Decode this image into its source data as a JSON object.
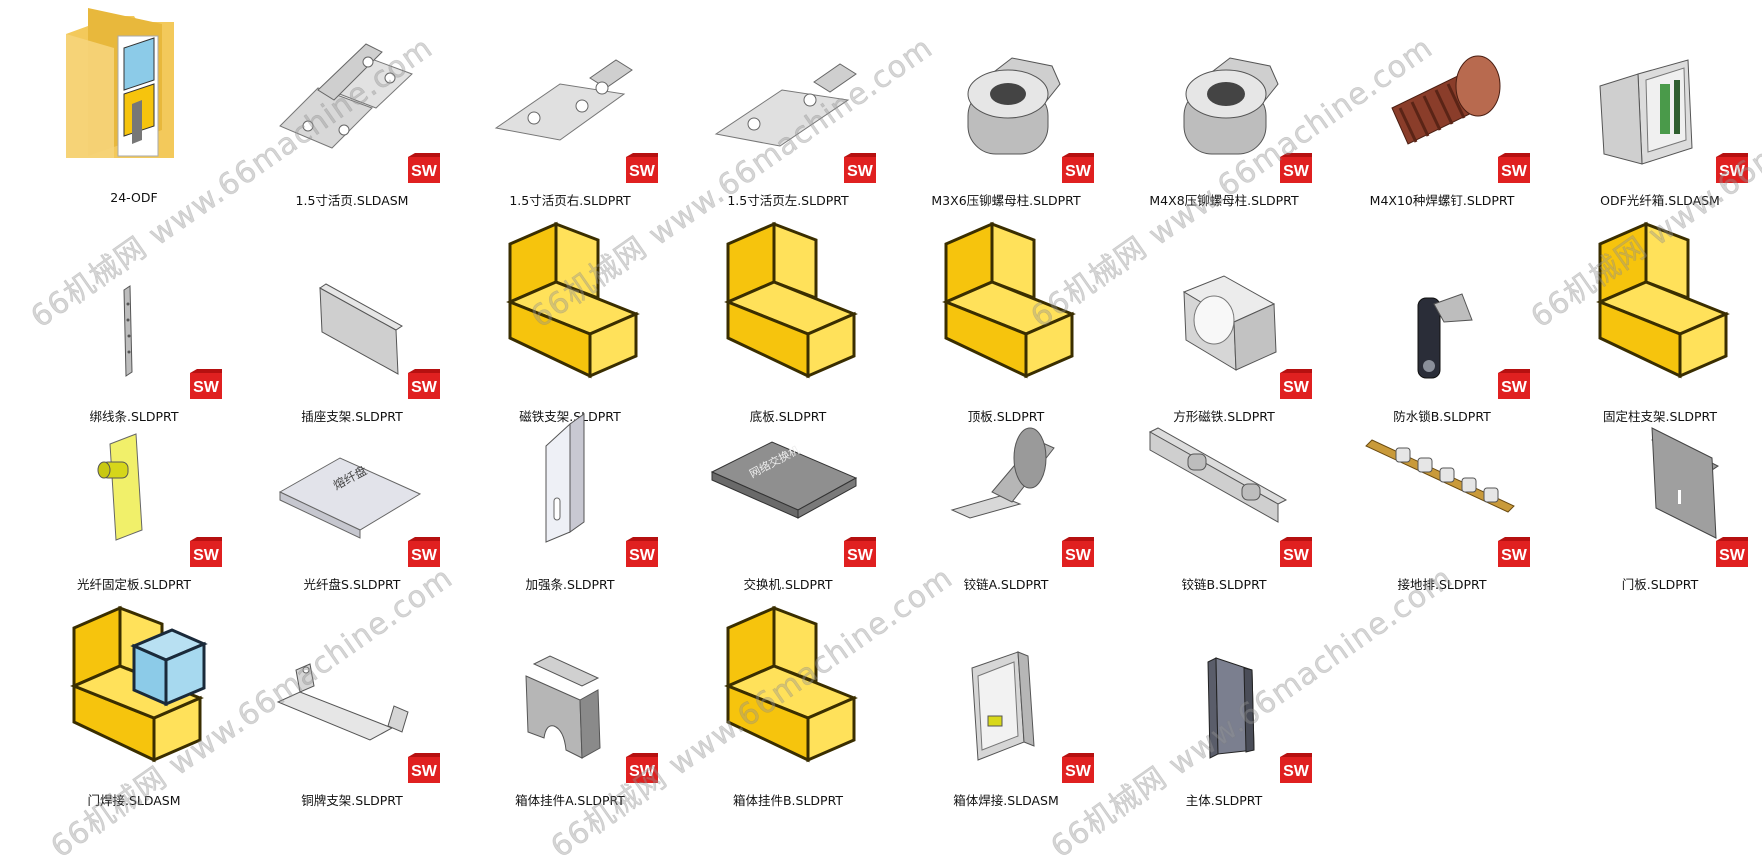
{
  "watermark_text": "66机械网 www.66machine.com",
  "files": [
    {
      "name": "24-ODF",
      "type": "folder"
    },
    {
      "name": "1.5寸活页.SLDASM",
      "type": "hinge-pair"
    },
    {
      "name": "1.5寸活页右.SLDPRT",
      "type": "hinge-right"
    },
    {
      "name": "1.5寸活页左.SLDPRT",
      "type": "hinge-left"
    },
    {
      "name": "M3X6压铆螺母柱.SLDPRT",
      "type": "nut"
    },
    {
      "name": "M4X8压铆螺母柱.SLDPRT",
      "type": "nut"
    },
    {
      "name": "M4X10种焊螺钉.SLDPRT",
      "type": "bolt"
    },
    {
      "name": "ODF光纤箱.SLDASM",
      "type": "cabinet"
    },
    {
      "name": "绑线条.SLDPRT",
      "type": "strip"
    },
    {
      "name": "插座支架.SLDPRT",
      "type": "bracket-plate"
    },
    {
      "name": "磁铁支架.SLDPRT",
      "type": "generic-part"
    },
    {
      "name": "底板.SLDPRT",
      "type": "generic-part"
    },
    {
      "name": "顶板.SLDPRT",
      "type": "generic-part"
    },
    {
      "name": "方形磁铁.SLDPRT",
      "type": "magnet"
    },
    {
      "name": "防水锁B.SLDPRT",
      "type": "lock"
    },
    {
      "name": "固定柱支架.SLDPRT",
      "type": "generic-part"
    },
    {
      "name": "光纤固定板.SLDPRT",
      "type": "fiber-plate"
    },
    {
      "name": "光纤盘S.SLDPRT",
      "type": "fiber-tray"
    },
    {
      "name": "加强条.SLDPRT",
      "type": "reinforce"
    },
    {
      "name": "交换机.SLDPRT",
      "type": "switch"
    },
    {
      "name": "铰链A.SLDPRT",
      "type": "hinge-a"
    },
    {
      "name": "铰链B.SLDPRT",
      "type": "hinge-b"
    },
    {
      "name": "接地排.SLDPRT",
      "type": "ground-bar"
    },
    {
      "name": "门板.SLDPRT",
      "type": "door"
    },
    {
      "name": "门焊接.SLDASM",
      "type": "generic-assembly"
    },
    {
      "name": "铜牌支架.SLDPRT",
      "type": "copper-bracket"
    },
    {
      "name": "箱体挂件A.SLDPRT",
      "type": "hanger-a"
    },
    {
      "name": "箱体挂件B.SLDPRT",
      "type": "generic-part"
    },
    {
      "name": "箱体焊接.SLDASM",
      "type": "cabinet-open"
    },
    {
      "name": "主体.SLDPRT",
      "type": "main-body"
    }
  ],
  "tags": {
    "folder_text": "24-ODF",
    "switch_text": "网络交换机",
    "tray_text": "熔纤盘"
  },
  "colors": {
    "part_yellow": "#f6c40d",
    "part_yellow_light": "#ffe15a",
    "assembly_blue": "#8ccbe8",
    "sw_red": "#e02020",
    "metal": "#d6d6d6"
  }
}
